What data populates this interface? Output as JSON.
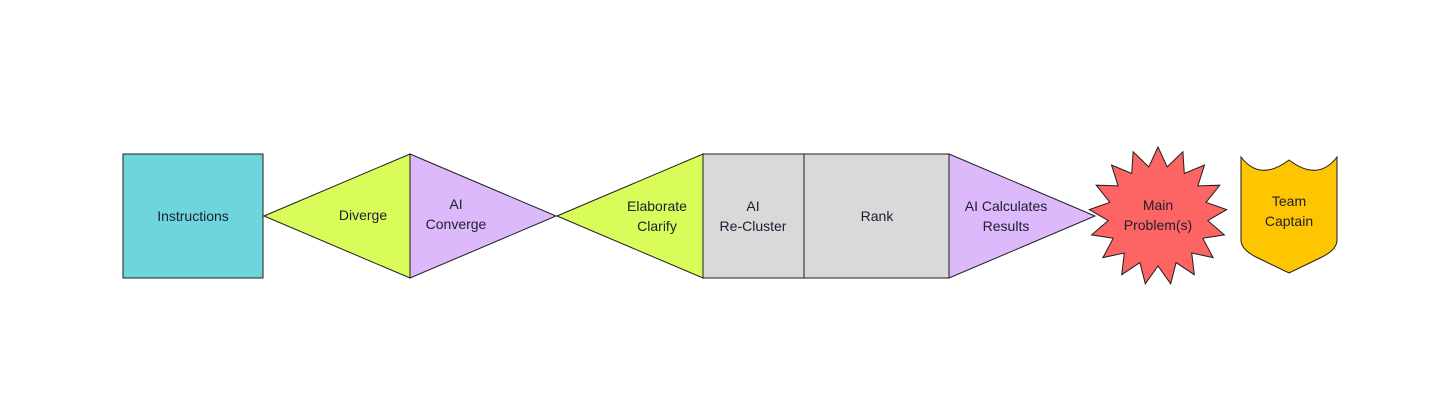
{
  "colors": {
    "instructions": "#6dd6dc",
    "diverge": "#d9fc5a",
    "converge": "#dbb9fb",
    "gray": "#d9d9d9",
    "problem": "#fd6464",
    "captain": "#fec600"
  },
  "nodes": {
    "instructions": [
      "Instructions"
    ],
    "diverge": [
      "Diverge"
    ],
    "ai_converge": [
      "AI",
      "Converge"
    ],
    "elaborate": [
      "Elaborate",
      "Clarify"
    ],
    "ai_recluster": [
      "AI",
      "Re-Cluster"
    ],
    "rank": [
      "Rank"
    ],
    "ai_calculates": [
      "AI Calculates",
      "Results"
    ],
    "main_problem": [
      "Main",
      "Problem(s)"
    ],
    "team_captain": [
      "Team",
      "Captain"
    ]
  }
}
